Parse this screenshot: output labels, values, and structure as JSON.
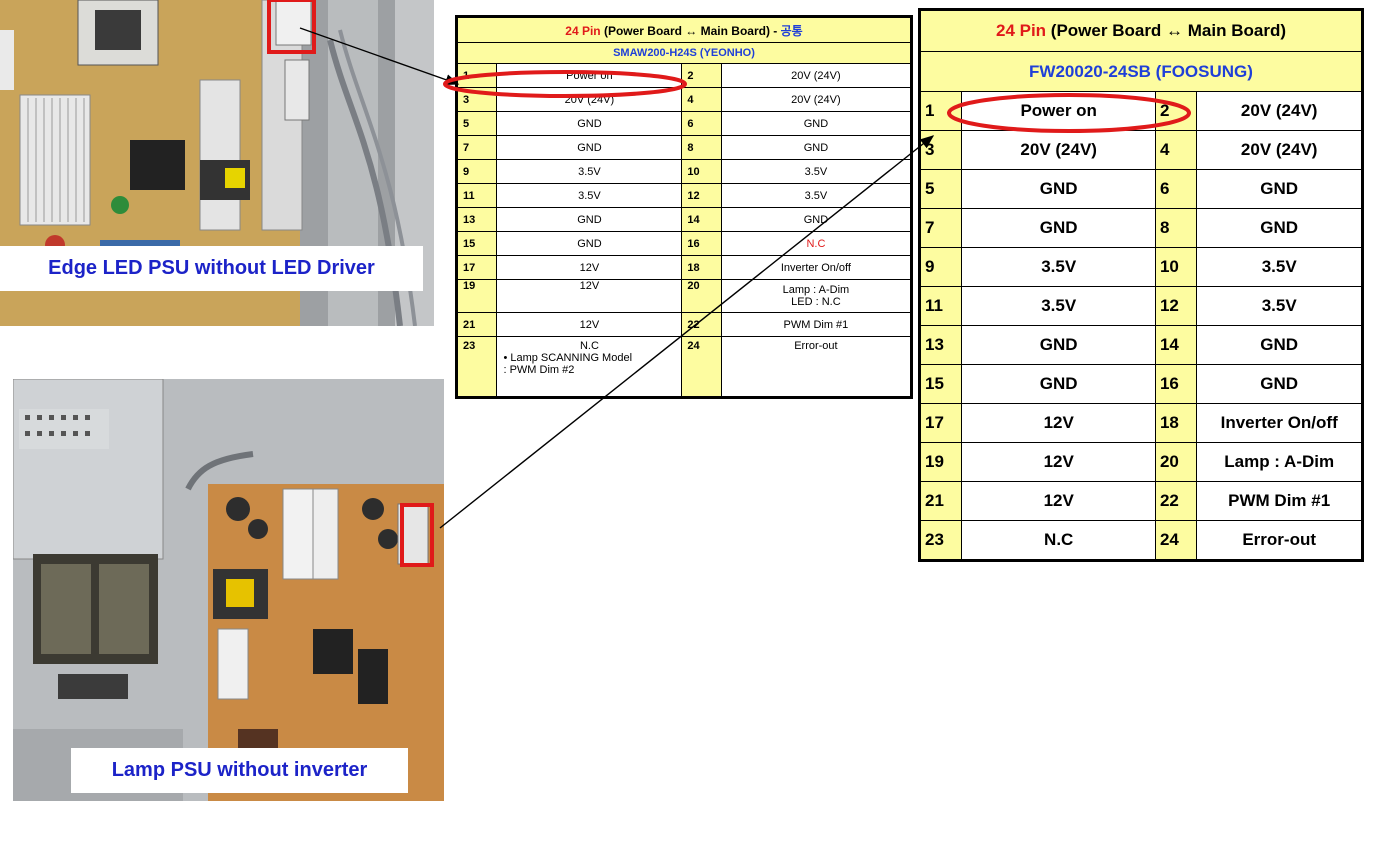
{
  "photos": {
    "top_label": "Edge LED PSU without LED Driver",
    "bottom_label": "Lamp PSU without inverter"
  },
  "small_table": {
    "title_part1": "24 Pin",
    "title_part2": " (Power Board ↔ Main Board) - ",
    "title_part3": "공통",
    "subtitle": "SMAW200-H24S (YEONHO)",
    "rows": [
      {
        "a": "1",
        "av": "Power on",
        "b": "2",
        "bv": "20V (24V)"
      },
      {
        "a": "3",
        "av": "20V (24V)",
        "b": "4",
        "bv": "20V (24V)"
      },
      {
        "a": "5",
        "av": "GND",
        "b": "6",
        "bv": "GND"
      },
      {
        "a": "7",
        "av": "GND",
        "b": "8",
        "bv": "GND"
      },
      {
        "a": "9",
        "av": "3.5V",
        "b": "10",
        "bv": "3.5V"
      },
      {
        "a": "11",
        "av": "3.5V",
        "b": "12",
        "bv": "3.5V"
      },
      {
        "a": "13",
        "av": "GND",
        "b": "14",
        "bv": "GND"
      },
      {
        "a": "15",
        "av": "GND",
        "b": "16",
        "bv": "N.C"
      },
      {
        "a": "17",
        "av": "12V",
        "b": "18",
        "bv": "Inverter On/off"
      },
      {
        "a": "19",
        "av": "12V",
        "b": "20",
        "bv": "Lamp : A-Dim",
        "bv2": "LED : N.C"
      },
      {
        "a": "21",
        "av": "12V",
        "b": "22",
        "bv": "PWM Dim #1"
      },
      {
        "a": "23",
        "av": "N.C",
        "av2": "• Lamp SCANNING Model",
        "av3": ": PWM Dim #2",
        "b": "24",
        "bv": "Error-out"
      }
    ]
  },
  "big_table": {
    "title_part1": "24 Pin",
    "title_part2": " (Power Board ↔ Main Board)",
    "subtitle": "FW20020-24SB (FOOSUNG)",
    "rows": [
      {
        "a": "1",
        "av": "Power on",
        "b": "2",
        "bv": "20V (24V)"
      },
      {
        "a": "3",
        "av": "20V (24V)",
        "b": "4",
        "bv": "20V (24V)"
      },
      {
        "a": "5",
        "av": "GND",
        "b": "6",
        "bv": "GND"
      },
      {
        "a": "7",
        "av": "GND",
        "b": "8",
        "bv": "GND"
      },
      {
        "a": "9",
        "av": "3.5V",
        "b": "10",
        "bv": "3.5V"
      },
      {
        "a": "11",
        "av": "3.5V",
        "b": "12",
        "bv": "3.5V"
      },
      {
        "a": "13",
        "av": "GND",
        "b": "14",
        "bv": "GND"
      },
      {
        "a": "15",
        "av": "GND",
        "b": "16",
        "bv": "GND"
      },
      {
        "a": "17",
        "av": "12V",
        "b": "18",
        "bv": "Inverter On/off"
      },
      {
        "a": "19",
        "av": "12V",
        "b": "20",
        "bv": "Lamp : A-Dim"
      },
      {
        "a": "21",
        "av": "12V",
        "b": "22",
        "bv": "PWM Dim #1"
      },
      {
        "a": "23",
        "av": "N.C",
        "b": "24",
        "bv": "Error-out"
      }
    ]
  },
  "colors": {
    "header_fill": "#fdfca0",
    "title_blue": "#1f3fd8",
    "highlight_red": "#e01a1a",
    "label_text": "#1c23c8"
  }
}
